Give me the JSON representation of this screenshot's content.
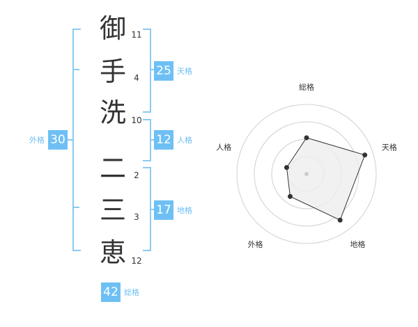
{
  "name": {
    "chars": [
      {
        "char": "御",
        "strokes": "11"
      },
      {
        "char": "手",
        "strokes": "4"
      },
      {
        "char": "洗",
        "strokes": "10"
      },
      {
        "char": "二",
        "strokes": "2"
      },
      {
        "char": "三",
        "strokes": "3"
      },
      {
        "char": "恵",
        "strokes": "12"
      }
    ]
  },
  "kaku": {
    "tenkaku": {
      "value": "25",
      "label": "天格"
    },
    "jinkaku": {
      "value": "12",
      "label": "人格"
    },
    "chikaku": {
      "value": "17",
      "label": "地格"
    },
    "gaikaku": {
      "value": "30",
      "label": "外格"
    },
    "soukaku": {
      "value": "42",
      "label": "総格"
    }
  },
  "chart_data": {
    "type": "radar",
    "axes": [
      "総格",
      "天格",
      "地格",
      "外格",
      "人格"
    ],
    "values": [
      0.52,
      0.88,
      0.82,
      0.4,
      0.3
    ],
    "max": 1,
    "rings": 4,
    "fill_color": "#eeeeee",
    "line_color": "#333333"
  },
  "colors": {
    "accent": "#6ec0f4",
    "bracket": "#8bc9f0"
  }
}
